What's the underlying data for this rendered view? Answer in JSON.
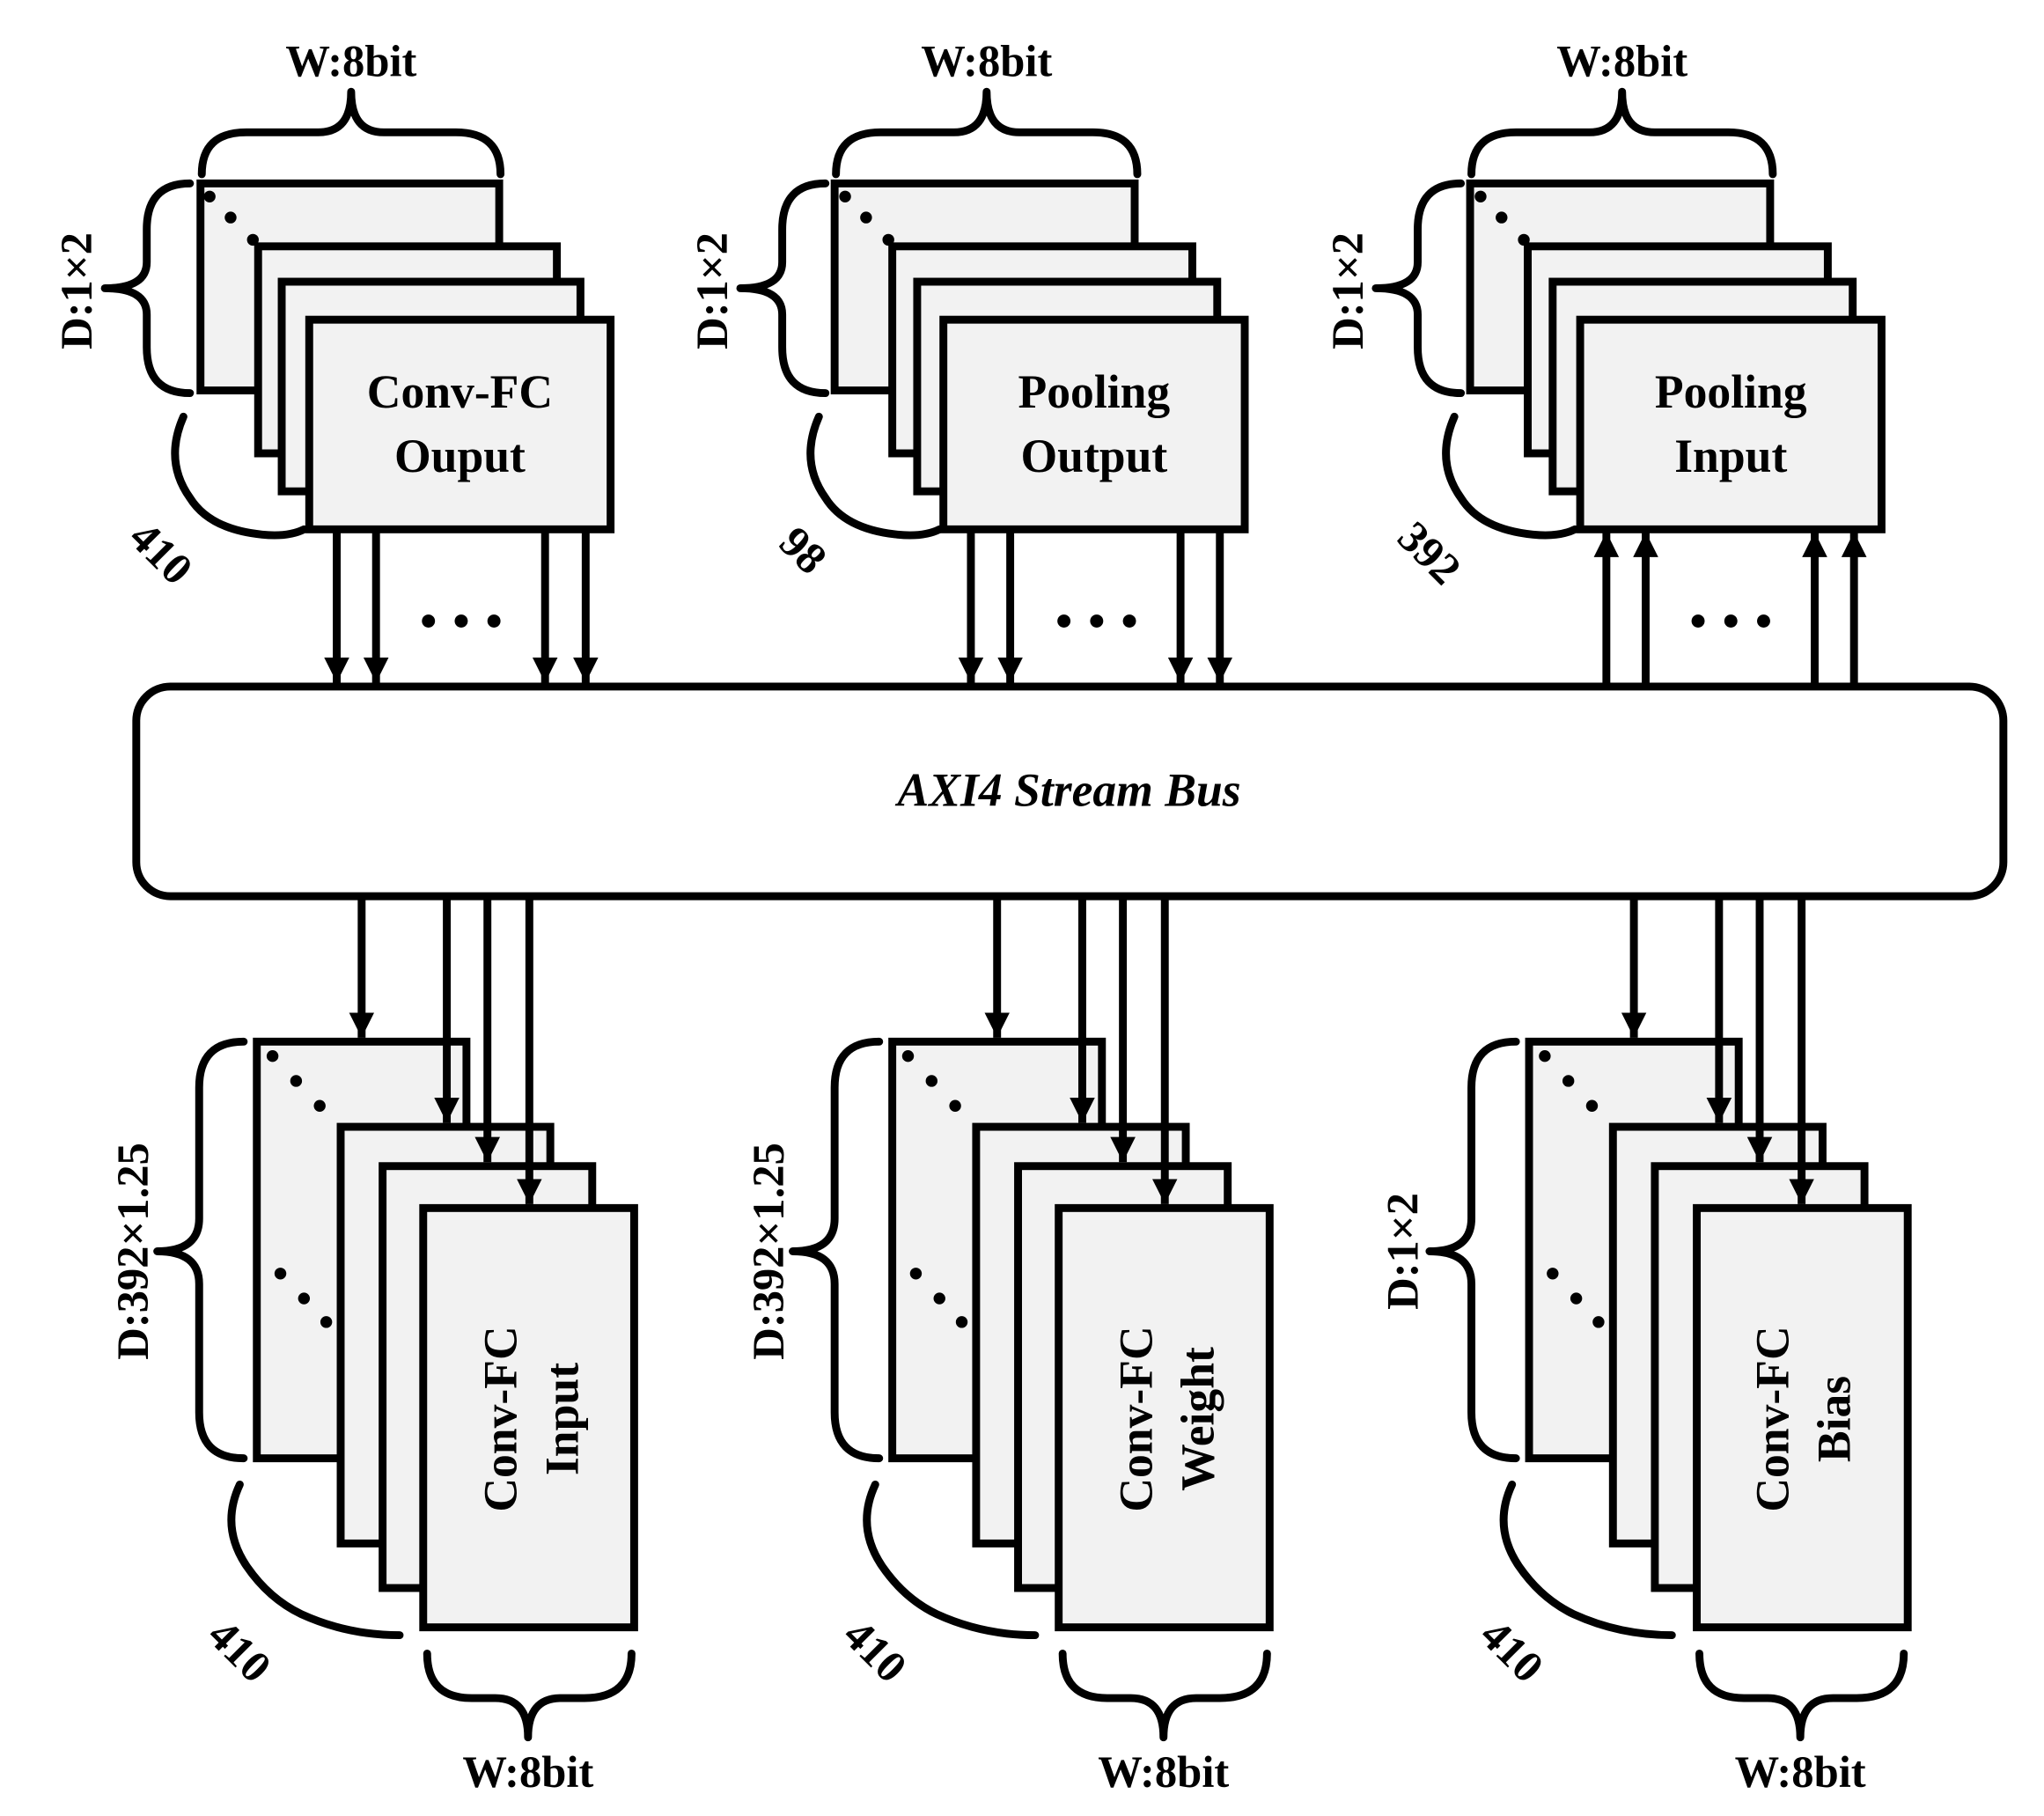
{
  "bus": {
    "label": "AXI4 Stream Bus"
  },
  "colors": {
    "stroke": "#000000",
    "box_fill": "#f2f2f2",
    "bus_fill": "#ffffff"
  },
  "top": {
    "conv_output": {
      "label_line1": "Conv-FC",
      "label_line2": "Ouput",
      "width": "W:8bit",
      "depth": "D:1×2",
      "count": "410",
      "direction": "bus-to-buffer"
    },
    "pool_output": {
      "label_line1": "Pooling",
      "label_line2": "Output",
      "width": "W:8bit",
      "depth": "D:1×2",
      "count": "98",
      "direction": "bus-to-buffer"
    },
    "pool_input": {
      "label_line1": "Pooling",
      "label_line2": "Input",
      "width": "W:8bit",
      "depth": "D:1×2",
      "count": "392",
      "direction": "buffer-to-bus"
    }
  },
  "bottom": {
    "conv_input": {
      "label_line1": "Conv-FC",
      "label_line2": "Input",
      "width": "W:8bit",
      "depth": "D:392×1.25",
      "count": "410"
    },
    "conv_weight": {
      "label_line1": "Conv-FC",
      "label_line2": "Weight",
      "width": "W:8bit",
      "depth": "D:392×1.25",
      "count": "410"
    },
    "conv_bias": {
      "label_line1": "Conv-FC",
      "label_line2": "Bias",
      "width": "W:8bit",
      "depth": "D:1×2",
      "count": "410"
    }
  }
}
